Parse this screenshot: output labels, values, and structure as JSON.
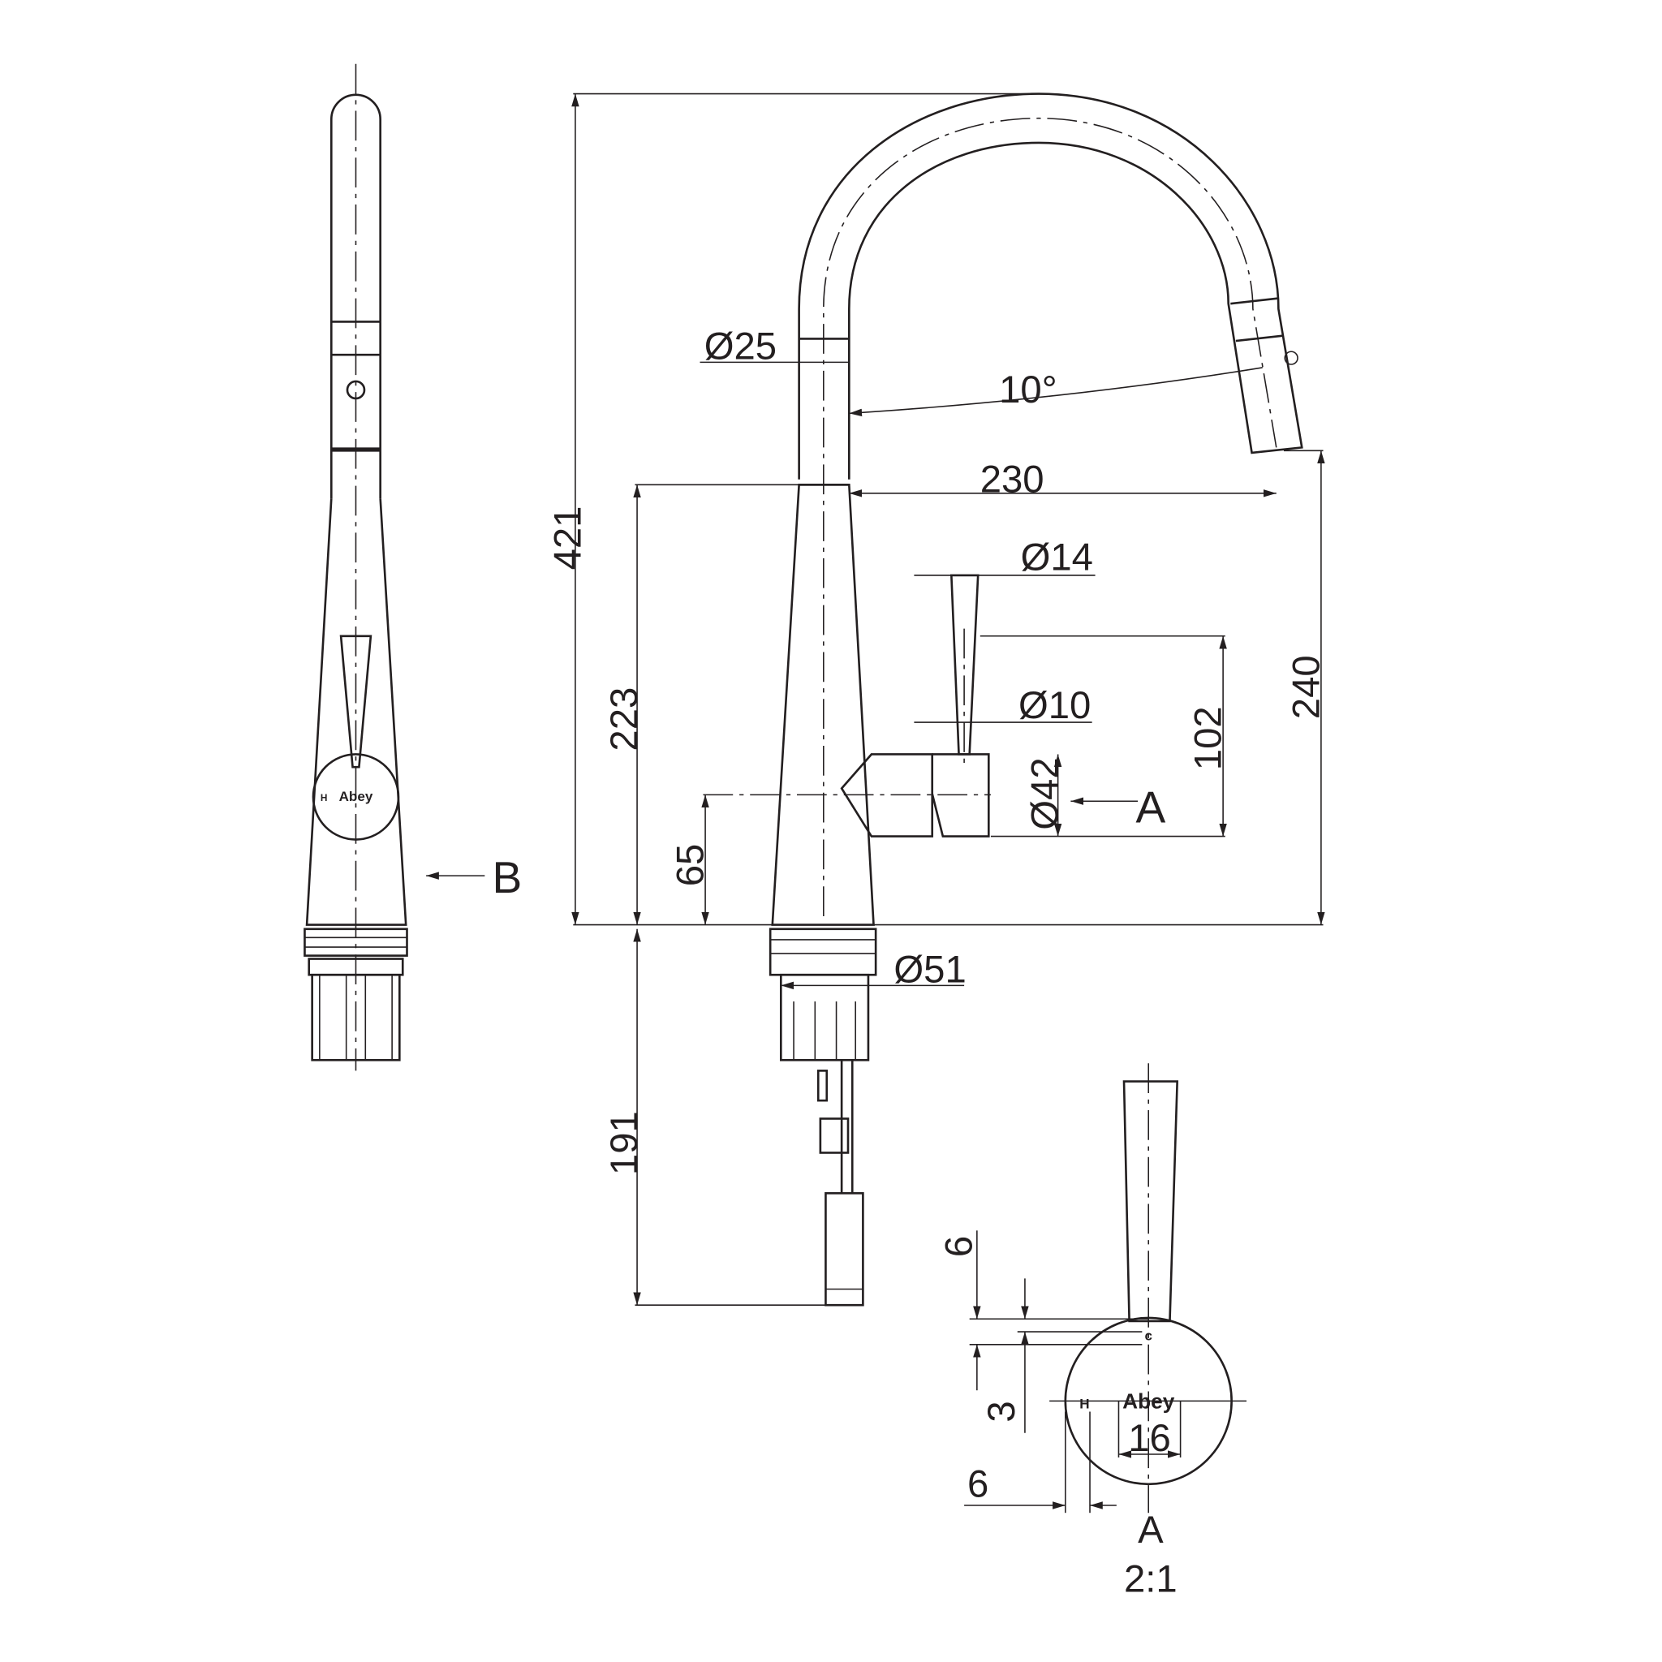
{
  "side_view": {
    "brand": "Abey",
    "hot_mark": "H",
    "view_arrow": "B"
  },
  "front_view": {
    "dimensions": {
      "overall_height": "421",
      "spout_diameter": "Ø25",
      "spray_angle": "10°",
      "reach": "230",
      "body_height": "223",
      "lever_diameter": "Ø14",
      "lever_tip_diameter": "Ø10",
      "lever_height": "102",
      "outlet_height": "240",
      "hub_diameter": "Ø42",
      "hub_height": "65",
      "base_diameter": "Ø51",
      "shank_length": "191"
    },
    "view_arrow": "A"
  },
  "detail_a": {
    "brand": "Abey",
    "hot_mark": "H",
    "cold_mark": "c",
    "dim_logo_width": "16",
    "dim_top": "6",
    "dim_gap": "3",
    "dim_side": "6",
    "title": "A",
    "scale": "2:1"
  }
}
